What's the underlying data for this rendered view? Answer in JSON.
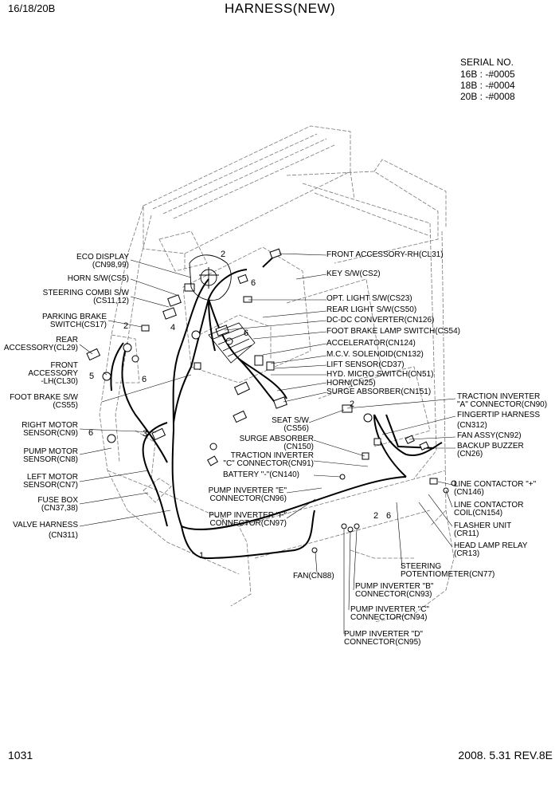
{
  "header": {
    "model": "16/18/20B",
    "title": "HARNESS(NEW)"
  },
  "serial": {
    "heading": "SERIAL NO.",
    "lines": [
      "16B : -#0005",
      "18B : -#0004",
      "20B : -#0008"
    ]
  },
  "labels_left": [
    [
      "ECO DISPLAY",
      "(CN98,99)"
    ],
    [
      "HORN S/W(CS5)"
    ],
    [
      "STEERING COMBI S/W",
      "(CS11,12)"
    ],
    [
      "PARKING BRAKE",
      "SWITCH(CS17)"
    ],
    [
      "REAR",
      "ACCESSORY(CL29)"
    ],
    [
      "FRONT",
      "ACCESSORY",
      "-LH(CL30)"
    ],
    [
      "FOOT BRAKE S/W",
      "(CS55)"
    ],
    [
      "RIGHT MOTOR",
      "SENSOR(CN9)"
    ],
    [
      "PUMP MOTOR",
      "SENSOR(CN8)"
    ],
    [
      "LEFT MOTOR",
      "SENSOR(CN7)"
    ],
    [
      "FUSE BOX",
      "(CN37,38)"
    ],
    [
      "VALVE HARNESS",
      "(CN311)"
    ]
  ],
  "labels_right": [
    "FRONT ACCESSORY-RH(CL31)",
    "KEY S/W(CS2)",
    "OPT. LIGHT S/W(CS23)",
    "REAR LIGHT S/W(CS50)",
    "DC-DC CONVERTER(CN126)",
    "FOOT BRAKE LAMP SWITCH(CS54)",
    "ACCELERATOR(CN124)",
    "M.C.V. SOLENOID(CN132)",
    "LIFT SENSOR(CD37)",
    "HYD. MICRO SWITCH(CN51)",
    "HORN(CN25)",
    "SURGE ABSORBER(CN151)"
  ],
  "labels_far_right": [
    [
      "TRACTION INVERTER",
      "\"A\" CONNECTOR(CN90)"
    ],
    [
      "FINGERTIP HARNESS",
      "(CN312)"
    ],
    [
      "FAN ASSY(CN92)"
    ],
    [
      "BACKUP BUZZER",
      "(CN26)"
    ],
    [
      "LINE CONTACTOR \"+\"",
      "(CN146)"
    ],
    [
      "LINE CONTACTOR",
      "COIL(CN154)"
    ],
    [
      "FLASHER UNIT",
      "(CR11)"
    ],
    [
      "HEAD LAMP RELAY",
      "(CR13)"
    ]
  ],
  "labels_center": [
    [
      "SEAT S/W",
      "(CS56)"
    ],
    [
      "SURGE ABSORBER",
      "(CN150)"
    ],
    [
      "TRACTION INVERTER",
      "\"C\" CONNECTOR(CN91)"
    ],
    [
      "BATTERY \"-\"(CN140)"
    ],
    [
      "PUMP INVERTER \"E\"",
      "CONNECTOR(CN96)"
    ],
    [
      "PUMP INVERTER \"F\"",
      "CONNECTOR(CN97)"
    ]
  ],
  "labels_bottom": [
    [
      "FAN(CN88)"
    ],
    [
      "STEERING",
      "POTENTIOMETER(CN77)"
    ],
    [
      "PUMP INVERTER \"B\"",
      "CONNECTOR(CN93)"
    ],
    [
      "PUMP INVERTER \"C\"",
      "CONNECTOR(CN94)"
    ],
    [
      "PUMP INVERTER \"D\"",
      "CONNECTOR(CN95)"
    ]
  ],
  "callouts": [
    "2",
    "6",
    "2",
    "4",
    "6",
    "5",
    "6",
    "6",
    "3",
    "2",
    "2",
    "6",
    "1"
  ],
  "footer": {
    "page": "1031",
    "revision": "2008. 5.31  REV.8E"
  }
}
